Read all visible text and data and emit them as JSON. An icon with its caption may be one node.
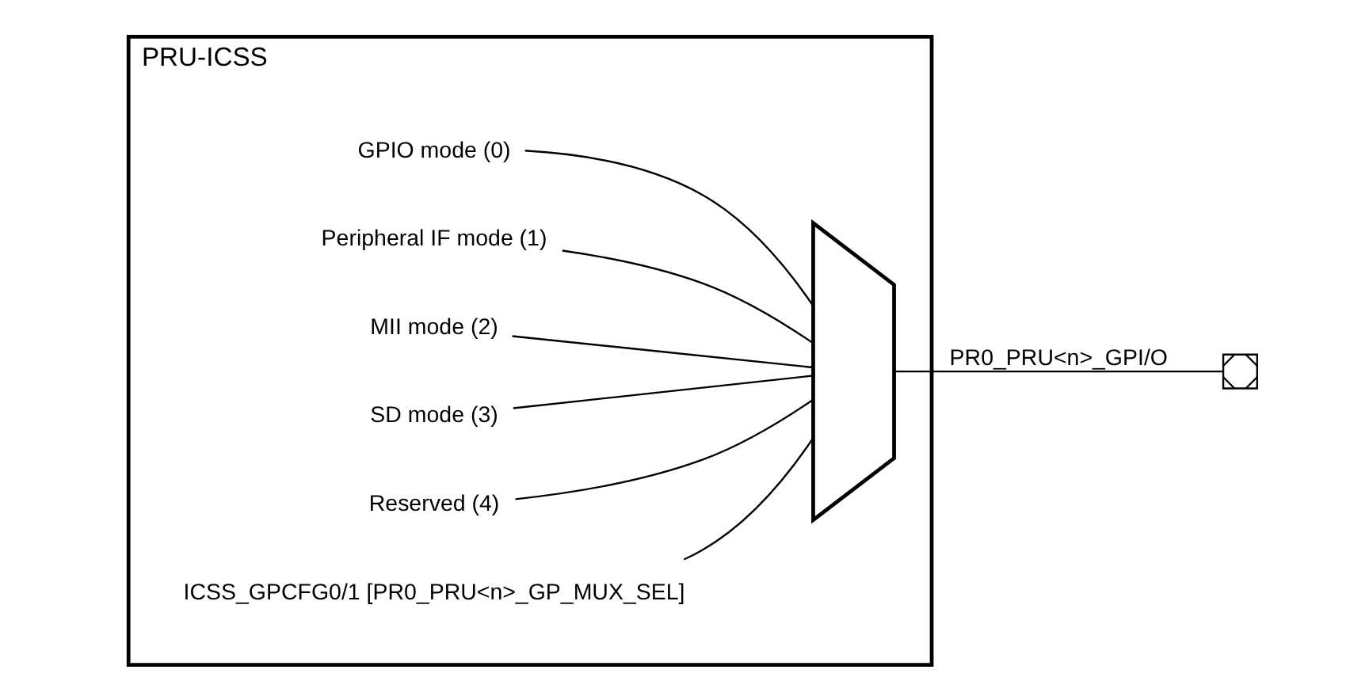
{
  "diagram": {
    "nodes": [
      {
        "text": [
          "PRU-ICSS"
        ]
      },
      {
        "text": [
          "GPIO mode (0)"
        ],
        "in": 0
      },
      {
        "text": [
          "Peripheral IF mode (1)"
        ],
        "in": 0
      },
      {
        "text": [
          "MII mode (2)"
        ],
        "in": 0
      },
      {
        "text": [
          "SD mode (3)"
        ],
        "in": 0
      },
      {
        "text": [
          "Reserved (4)"
        ],
        "in": 0
      },
      {
        "text": [],
        "shape": "trapezoid",
        "in": 0
      },
      {
        "text": [
          "ICSS_GPCFG0/1 [PR0_PRU<n>_GP_MUX_SEL]"
        ],
        "in": 0
      },
      {
        "text": [],
        "shape": "box"
      }
    ],
    "edges": [
      {
        "from": 1,
        "to": 6,
        "arrow": "none"
      },
      {
        "from": 2,
        "to": 6,
        "arrow": "none"
      },
      {
        "from": 3,
        "to": 6,
        "arrow": "none"
      },
      {
        "from": 4,
        "to": 6,
        "arrow": "none"
      },
      {
        "from": 5,
        "to": 6,
        "arrow": "none"
      },
      {
        "from": 7,
        "to": 6,
        "arrow": "none"
      },
      {
        "from": 6,
        "to": 8,
        "arrow": "none",
        "label": "PR0_PRU<n>_GPI/O"
      }
    ]
  }
}
